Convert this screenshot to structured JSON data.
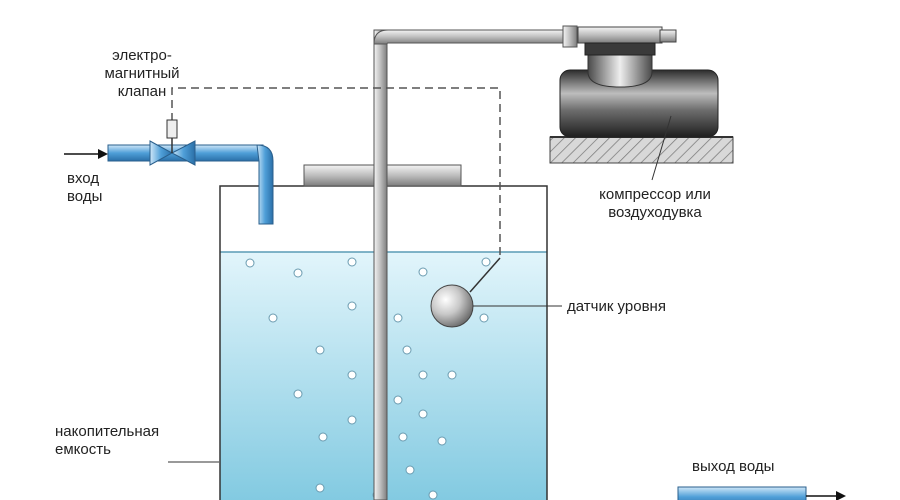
{
  "labels": {
    "valve": [
      "электро-",
      "магнитный",
      "клапан"
    ],
    "water_in": [
      "вход",
      "воды"
    ],
    "compressor": [
      "компрессор или",
      "воздуходувка"
    ],
    "level_sensor": "датчик уровня",
    "tank": [
      "накопительная",
      "емкость"
    ],
    "water_out": "выход воды"
  },
  "colors": {
    "water_top": "#d6f0f8",
    "water_bottom": "#8dcfe3",
    "pipe_blue": "#5aa7dc",
    "pipe_gray": "#b9b9b9",
    "compressor_dark": "#4a4a4a",
    "outline": "#333333"
  }
}
